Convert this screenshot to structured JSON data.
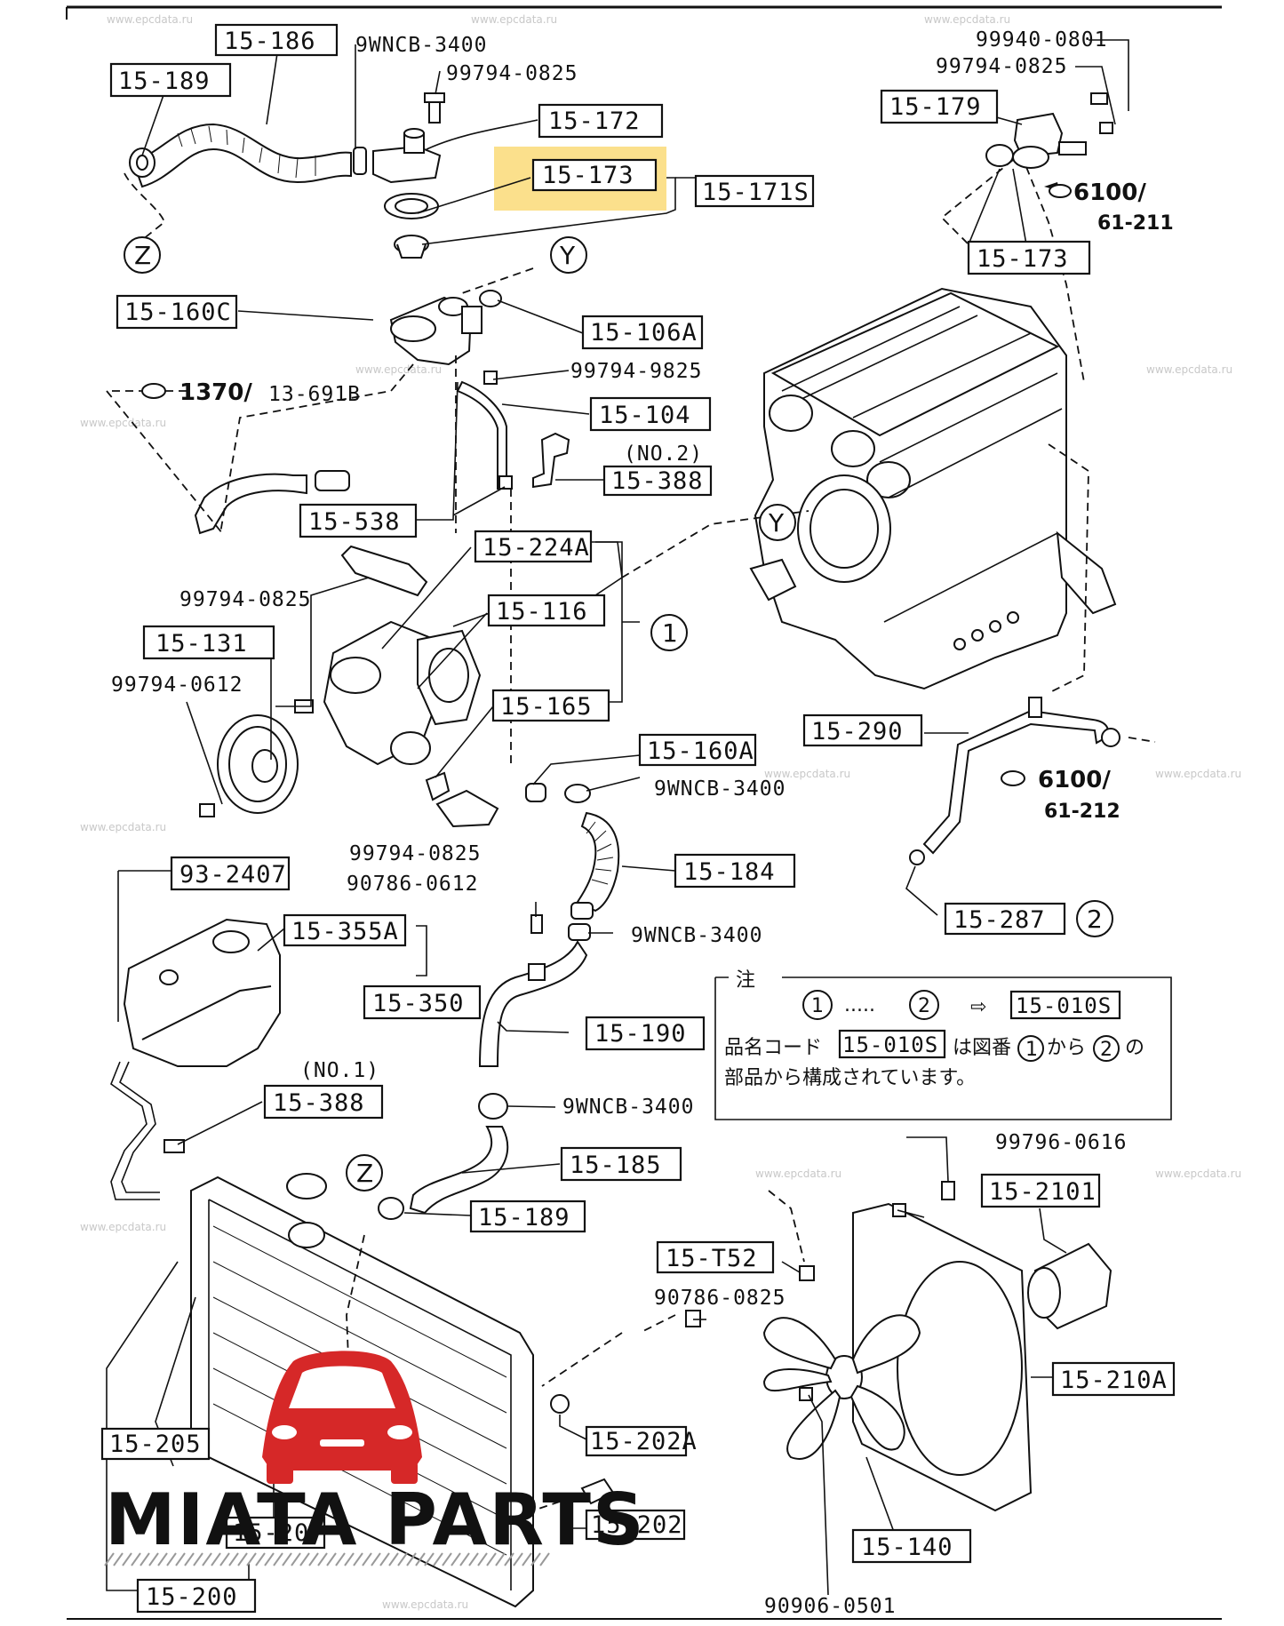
{
  "highlight_color": "#fbe08c",
  "logo": {
    "text": "MIATA PARTS",
    "car_color": "#d62828"
  },
  "watermark": "www.epcdata.ru",
  "labels": {
    "l15_186": "15-186",
    "l15_189a": "15-189",
    "l15_172": "15-172",
    "l15_173a": "15-173",
    "l15_171s": "15-171S",
    "l15_179": "15-179",
    "l15_173b": "15-173",
    "l15_160c": "15-160C",
    "l15_106a": "15-106A",
    "l15_104": "15-104",
    "l15_388a": "15-388",
    "l15_538": "15-538",
    "l15_224a": "15-224A",
    "l15_116": "15-116",
    "l15_131": "15-131",
    "l15_165": "15-165",
    "l15_160a": "15-160A",
    "l15_184": "15-184",
    "l15_290": "15-290",
    "l15_287": "15-287",
    "l93_2407": "93-2407",
    "l15_355a": "15-355A",
    "l15_350": "15-350",
    "l15_190": "15-190",
    "l15_388b": "15-388",
    "l15_185": "15-185",
    "l15_189b": "15-189",
    "l15_2101": "15-2101",
    "l15_t52": "15-T52",
    "l15_210a": "15-210A",
    "l15_202a": "15-202A",
    "l15_205": "15-205",
    "l15_207": "15-207",
    "l15_202": "15-202",
    "l15_140": "15-140",
    "l15_200": "15-200",
    "l15_010s_a": "15-010S",
    "l15_010s_b": "15-010S"
  },
  "plain": {
    "p9wncb_1": "9WNCB-3400",
    "p99794_0825_a": "99794-0825",
    "p99940_0801": "99940-0801",
    "p99794_0825_b": "99794-0825",
    "p99794_9825": "99794-9825",
    "pno2": "(NO.2)",
    "p99794_0825_c": "99794-0825",
    "p99794_0612": "99794-0612",
    "p9wncb_2": "9WNCB-3400",
    "p99794_0825_d": "99794-0825",
    "p90786_0612": "90786-0612",
    "p9wncb_3": "9WNCB-3400",
    "pno1": "(NO.1)",
    "p9wncb_4": "9WNCB-3400",
    "p99796_0616": "99796-0616",
    "p90786_0825": "90786-0825",
    "p90906_0501": "90906-0501"
  },
  "refs": {
    "r6100_a": "6100/",
    "r61_211": "61-211",
    "r1370": "1370/",
    "r13_691b": "13-691B",
    "r6100_b": "6100/",
    "r61_212": "61-212"
  },
  "circles": {
    "z1": "Z",
    "y1": "Y",
    "y2": "Y",
    "c1": "1",
    "c2": "2",
    "z2": "Z"
  },
  "note": {
    "title": "注",
    "circ_1": "1",
    "dots": ".....",
    "circ_2": "2",
    "arrow": "⇨",
    "line2_a": "品名コード",
    "line2_b": "は図番",
    "circ_1b": "1",
    "line2_c": "から",
    "circ_2b": "2",
    "line2_d": "の",
    "line3": "部品から構成されています。"
  }
}
